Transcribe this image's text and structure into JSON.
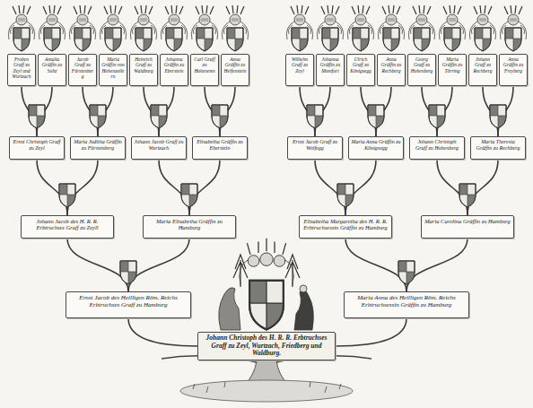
{
  "diagram": {
    "nodes": [
      {
        "text": [
          "Froben Graff zu Zeyl und Wurtzach"
        ]
      },
      {
        "text": [
          "Amalia Gräffin zu Sultz"
        ]
      },
      {
        "text": [
          "Jacob Graff zu Fürstenberg"
        ]
      },
      {
        "text": [
          "Maria Gräffin von Hohenzollern"
        ]
      },
      {
        "text": [
          "Heinrich Graff zu Waldburg"
        ]
      },
      {
        "text": [
          "Johanna Gräffin zu Eberstein"
        ]
      },
      {
        "text": [
          "Carl Graff zu Hohenems"
        ]
      },
      {
        "text": [
          "Anna Gräffin zu Helfenstein"
        ]
      },
      {
        "text": [
          "Wilhelm Graff zu Zeyl"
        ]
      },
      {
        "text": [
          "Johanna Gräffin zu Montfort"
        ]
      },
      {
        "text": [
          "Ulrich Graff zu Königsegg"
        ]
      },
      {
        "text": [
          "Anna Gräffin zu Rechberg"
        ]
      },
      {
        "text": [
          "Georg Graff zu Hohenberg"
        ]
      },
      {
        "text": [
          "Maria Gräffin zu Törring"
        ]
      },
      {
        "text": [
          "Johann Graff zu Rechberg"
        ]
      },
      {
        "text": [
          "Anna Gräffin zu Freyberg"
        ]
      },
      {
        "text": [
          "Ernst Christoph Graff zu Zeyl"
        ]
      },
      {
        "text": [
          "Maria Juditha Gräffin zu Fürstenberg"
        ]
      },
      {
        "text": [
          "Johann Jacob Graff zu Wurtzach"
        ]
      },
      {
        "text": [
          "Elisabetha Gräffin zu Eberstein"
        ]
      },
      {
        "text": [
          "Ernst Jacob Graff zu Wolfegg"
        ]
      },
      {
        "text": [
          "Maria Anna Gräffin zu Königsegg"
        ]
      },
      {
        "text": [
          "Johann Christoph Graff zu Hohenberg"
        ]
      },
      {
        "text": [
          "Maria Theresia Gräffin zu Rechberg"
        ]
      },
      {
        "text": [
          "Johann Jacob des H. R. R. Erbtruchses Graff zu Zeyll"
        ]
      },
      {
        "text": [
          "Maria Elisabetha Gräffin zu Hamburg"
        ]
      },
      {
        "text": [
          "Elisabetha Margaretha des H. R. R. Erbtruchsessin Gräffin zu Hamburg"
        ]
      },
      {
        "text": [
          "Maria Carolina Gräffin zu Hamburg"
        ]
      },
      {
        "text": [
          "Ernst Jacob des Heilligen Röm. Reichs Erbtruchses Graff zu Hamburg"
        ]
      },
      {
        "text": [
          "Maria Anna des Heilligen Röm. Reichs Erbtruchsessin Gräffin zu Hamburg"
        ]
      },
      {
        "text": [
          "Johann Christoph des H. R. R. Erbtruchses Graff zu Zeyl, Wurtzach, Friedberg und Waldburg."
        ]
      }
    ],
    "edges": [
      {
        "from": 30,
        "to": 28,
        "arrow": "none"
      },
      {
        "from": 30,
        "to": 29,
        "arrow": "none"
      },
      {
        "from": 28,
        "to": 24,
        "arrow": "none"
      },
      {
        "from": 28,
        "to": 25,
        "arrow": "none"
      },
      {
        "from": 29,
        "to": 26,
        "arrow": "none"
      },
      {
        "from": 29,
        "to": 27,
        "arrow": "none"
      },
      {
        "from": 24,
        "to": 16,
        "arrow": "none"
      },
      {
        "from": 24,
        "to": 17,
        "arrow": "none"
      },
      {
        "from": 25,
        "to": 18,
        "arrow": "none"
      },
      {
        "from": 25,
        "to": 19,
        "arrow": "none"
      },
      {
        "from": 26,
        "to": 20,
        "arrow": "none"
      },
      {
        "from": 26,
        "to": 21,
        "arrow": "none"
      },
      {
        "from": 27,
        "to": 22,
        "arrow": "none"
      },
      {
        "from": 27,
        "to": 23,
        "arrow": "none"
      },
      {
        "from": 16,
        "to": 0,
        "arrow": "none"
      },
      {
        "from": 16,
        "to": 1,
        "arrow": "none"
      },
      {
        "from": 17,
        "to": 2,
        "arrow": "none"
      },
      {
        "from": 17,
        "to": 3,
        "arrow": "none"
      },
      {
        "from": 18,
        "to": 4,
        "arrow": "none"
      },
      {
        "from": 18,
        "to": 5,
        "arrow": "none"
      },
      {
        "from": 19,
        "to": 6,
        "arrow": "none"
      },
      {
        "from": 19,
        "to": 7,
        "arrow": "none"
      },
      {
        "from": 20,
        "to": 8,
        "arrow": "none"
      },
      {
        "from": 20,
        "to": 9,
        "arrow": "none"
      },
      {
        "from": 21,
        "to": 10,
        "arrow": "none"
      },
      {
        "from": 21,
        "to": 11,
        "arrow": "none"
      },
      {
        "from": 22,
        "to": 12,
        "arrow": "none"
      },
      {
        "from": 22,
        "to": 13,
        "arrow": "none"
      },
      {
        "from": 23,
        "to": 14,
        "arrow": "none"
      },
      {
        "from": 23,
        "to": 15,
        "arrow": "none"
      }
    ]
  }
}
